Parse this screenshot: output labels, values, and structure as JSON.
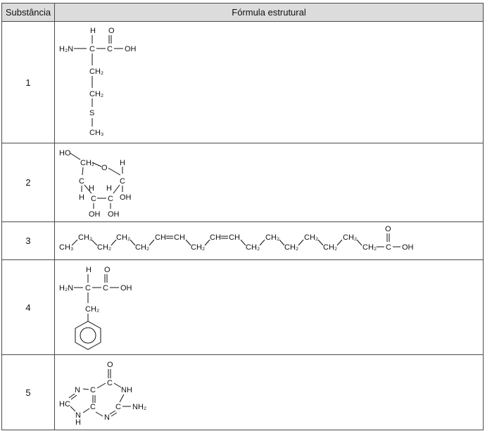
{
  "table": {
    "headers": [
      "Substância",
      "Fórmula estrutural"
    ],
    "rows": [
      {
        "number": "1",
        "molecule": "methionine"
      },
      {
        "number": "2",
        "molecule": "ribose"
      },
      {
        "number": "3",
        "molecule": "linoleic-acid"
      },
      {
        "number": "4",
        "molecule": "phenylalanine"
      },
      {
        "number": "5",
        "molecule": "guanine"
      }
    ]
  },
  "labels": {
    "H": "H",
    "O": "O",
    "OH": "OH",
    "HO": "HO",
    "S": "S",
    "N": "N",
    "NH": "NH",
    "H2N": "H₂N",
    "NH2": "NH₂",
    "C": "C",
    "CH": "CH",
    "HC": "HC",
    "CH2": "CH₂",
    "CH3": "CH₃",
    "dash": "—",
    "eq": "="
  }
}
